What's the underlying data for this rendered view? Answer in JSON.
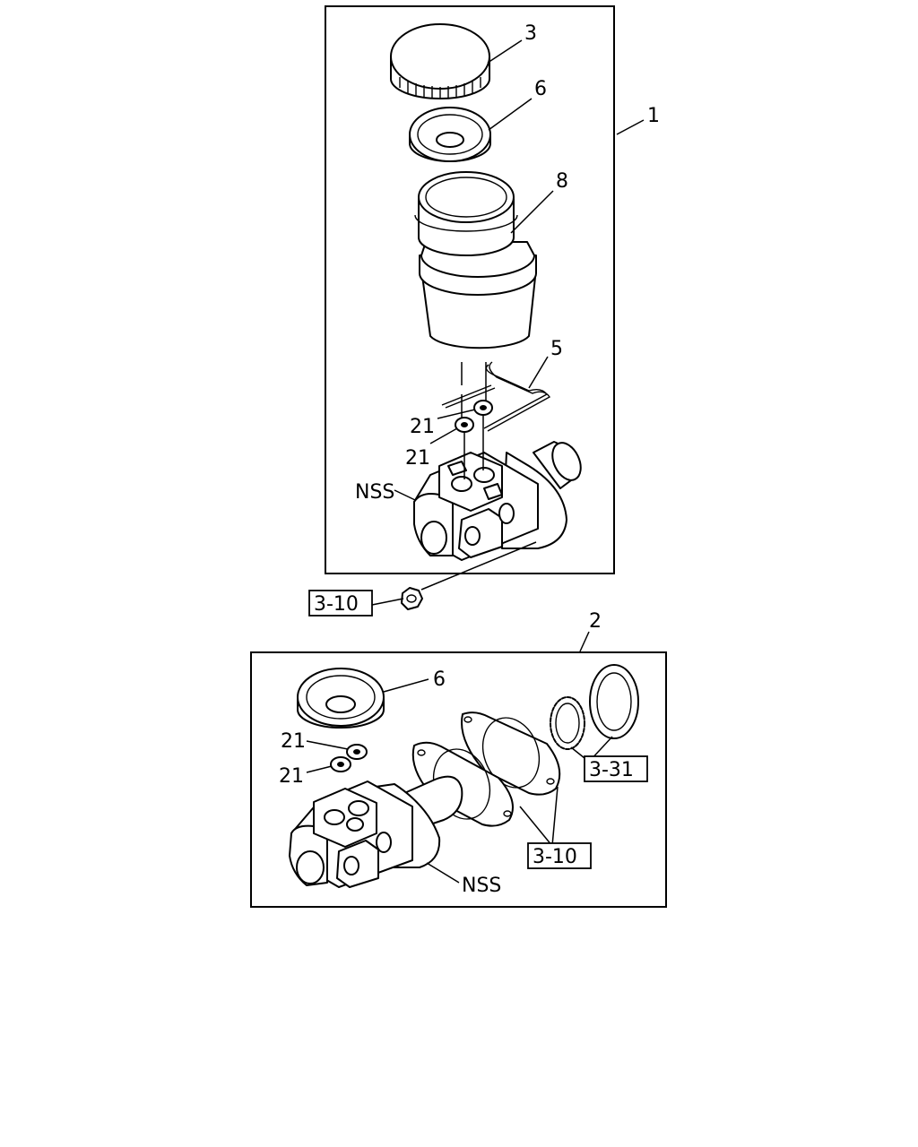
{
  "diagram": {
    "upper_assembly": {
      "assembly_label": "1",
      "labels": {
        "cap": "3",
        "seal": "6",
        "reservoir": "8",
        "clip": "5",
        "grommet_a": "21",
        "grommet_b": "21",
        "body": "NSS"
      }
    },
    "nut_ref": "3-10",
    "lower_assembly": {
      "assembly_label": "2",
      "labels": {
        "seal": "6",
        "grommet_a": "21",
        "grommet_b": "21",
        "gasket_ref": "3-10",
        "oring_ref": "3-31",
        "body": "NSS"
      }
    }
  }
}
